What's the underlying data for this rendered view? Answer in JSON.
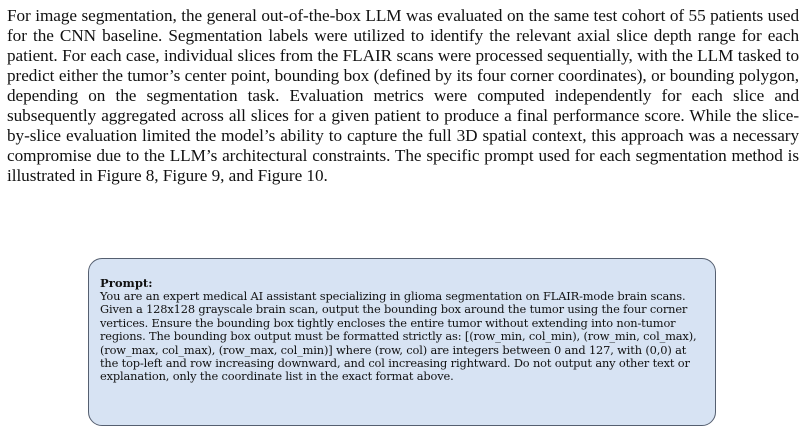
{
  "paragraph": "For image segmentation, the general out-of-the-box LLM was evaluated on the same test cohort of 55 patients used for the CNN baseline. Segmentation labels were utilized to identify the relevant axial slice depth range for each patient. For each case, individual slices from the FLAIR scans were processed sequentially, with the LLM tasked to predict either the tumor’s center point, bounding box (defined by its four corner coordinates), or bounding polygon, depending on the segmentation task. Evaluation metrics were computed independently for each slice and subsequently aggregated across all slices for a given patient to produce a final performance score. While the slice-by-slice evaluation limited the model’s ability to capture the full 3D spatial context, this approach was a necessary compromise due to the LLM’s architectural constraints. The specific prompt used for each segmentation method is illustrated in Figure 8, Figure 9, and Figure 10.",
  "prompt_box": {
    "label": "Prompt:",
    "text": "You are an expert medical AI assistant specializing in glioma segmentation on FLAIR-mode brain scans. Given a 128x128 grayscale brain scan, output the bounding box around the tumor using the four corner vertices. Ensure the bounding box tightly encloses the entire tumor without extending into non-tumor regions. The bounding box output must be formatted strictly as: [(row_min, col_min), (row_min, col_max), (row_max, col_max), (row_max, col_min)] where (row, col) are integers between 0 and 127, with (0,0) at the top-left and row increasing downward, and col increasing rightward. Do not output any other text or explanation, only the coordinate list in the exact format above."
  },
  "colors": {
    "box_background": "#d7e3f3",
    "box_border": "#555f70",
    "text": "#111111"
  }
}
